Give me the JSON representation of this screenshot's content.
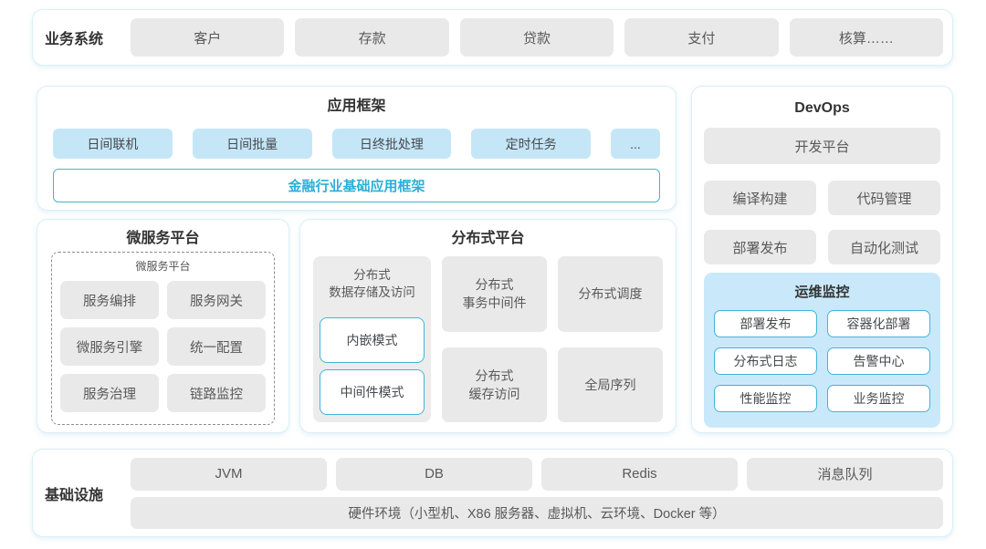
{
  "biz": {
    "label": "业务系统",
    "items": [
      "客户",
      "存款",
      "贷款",
      "支付",
      "核算……"
    ]
  },
  "appfw": {
    "title": "应用框架",
    "modules": [
      "日间联机",
      "日间批量",
      "日终批处理",
      "定时任务",
      "..."
    ],
    "base_framework": "金融行业基础应用框架"
  },
  "devops": {
    "title": "DevOps",
    "dev_platform": "开发平台",
    "tools": [
      "编译构建",
      "代码管理",
      "部署发布",
      "自动化测试"
    ],
    "monitoring": {
      "title": "运维监控",
      "items": [
        "部署发布",
        "容器化部署",
        "分布式日志",
        "告警中心",
        "性能监控",
        "业务监控"
      ]
    }
  },
  "micro": {
    "title": "微服务平台",
    "inner_title": "微服务平台",
    "items": [
      "服务编排",
      "服务网关",
      "微服务引擎",
      "统一配置",
      "服务治理",
      "链路监控"
    ]
  },
  "dist": {
    "title": "分布式平台",
    "storage": {
      "line1": "分布式",
      "line2": "数据存储及访问",
      "modes": [
        "内嵌模式",
        "中间件模式"
      ]
    },
    "transaction": {
      "line1": "分布式",
      "line2": "事务中间件"
    },
    "scheduling": "分布式调度",
    "cache": {
      "line1": "分布式",
      "line2": "缓存访问"
    },
    "sequence": "全局序列"
  },
  "infra": {
    "label": "基础设施",
    "items": [
      "JVM",
      "DB",
      "Redis",
      "消息队列"
    ],
    "hardware": "硬件环境（小型机、X86 服务器、虚拟机、云环境、Docker 等）"
  },
  "colors": {
    "accent_cyan": "#42b4d7",
    "teal_text": "#2aafd8",
    "panel_blue": "#c9e9fa",
    "box_blue": "#c5e6f7",
    "box_gray": "#e9e9e9",
    "container_border": "#daeff7"
  }
}
